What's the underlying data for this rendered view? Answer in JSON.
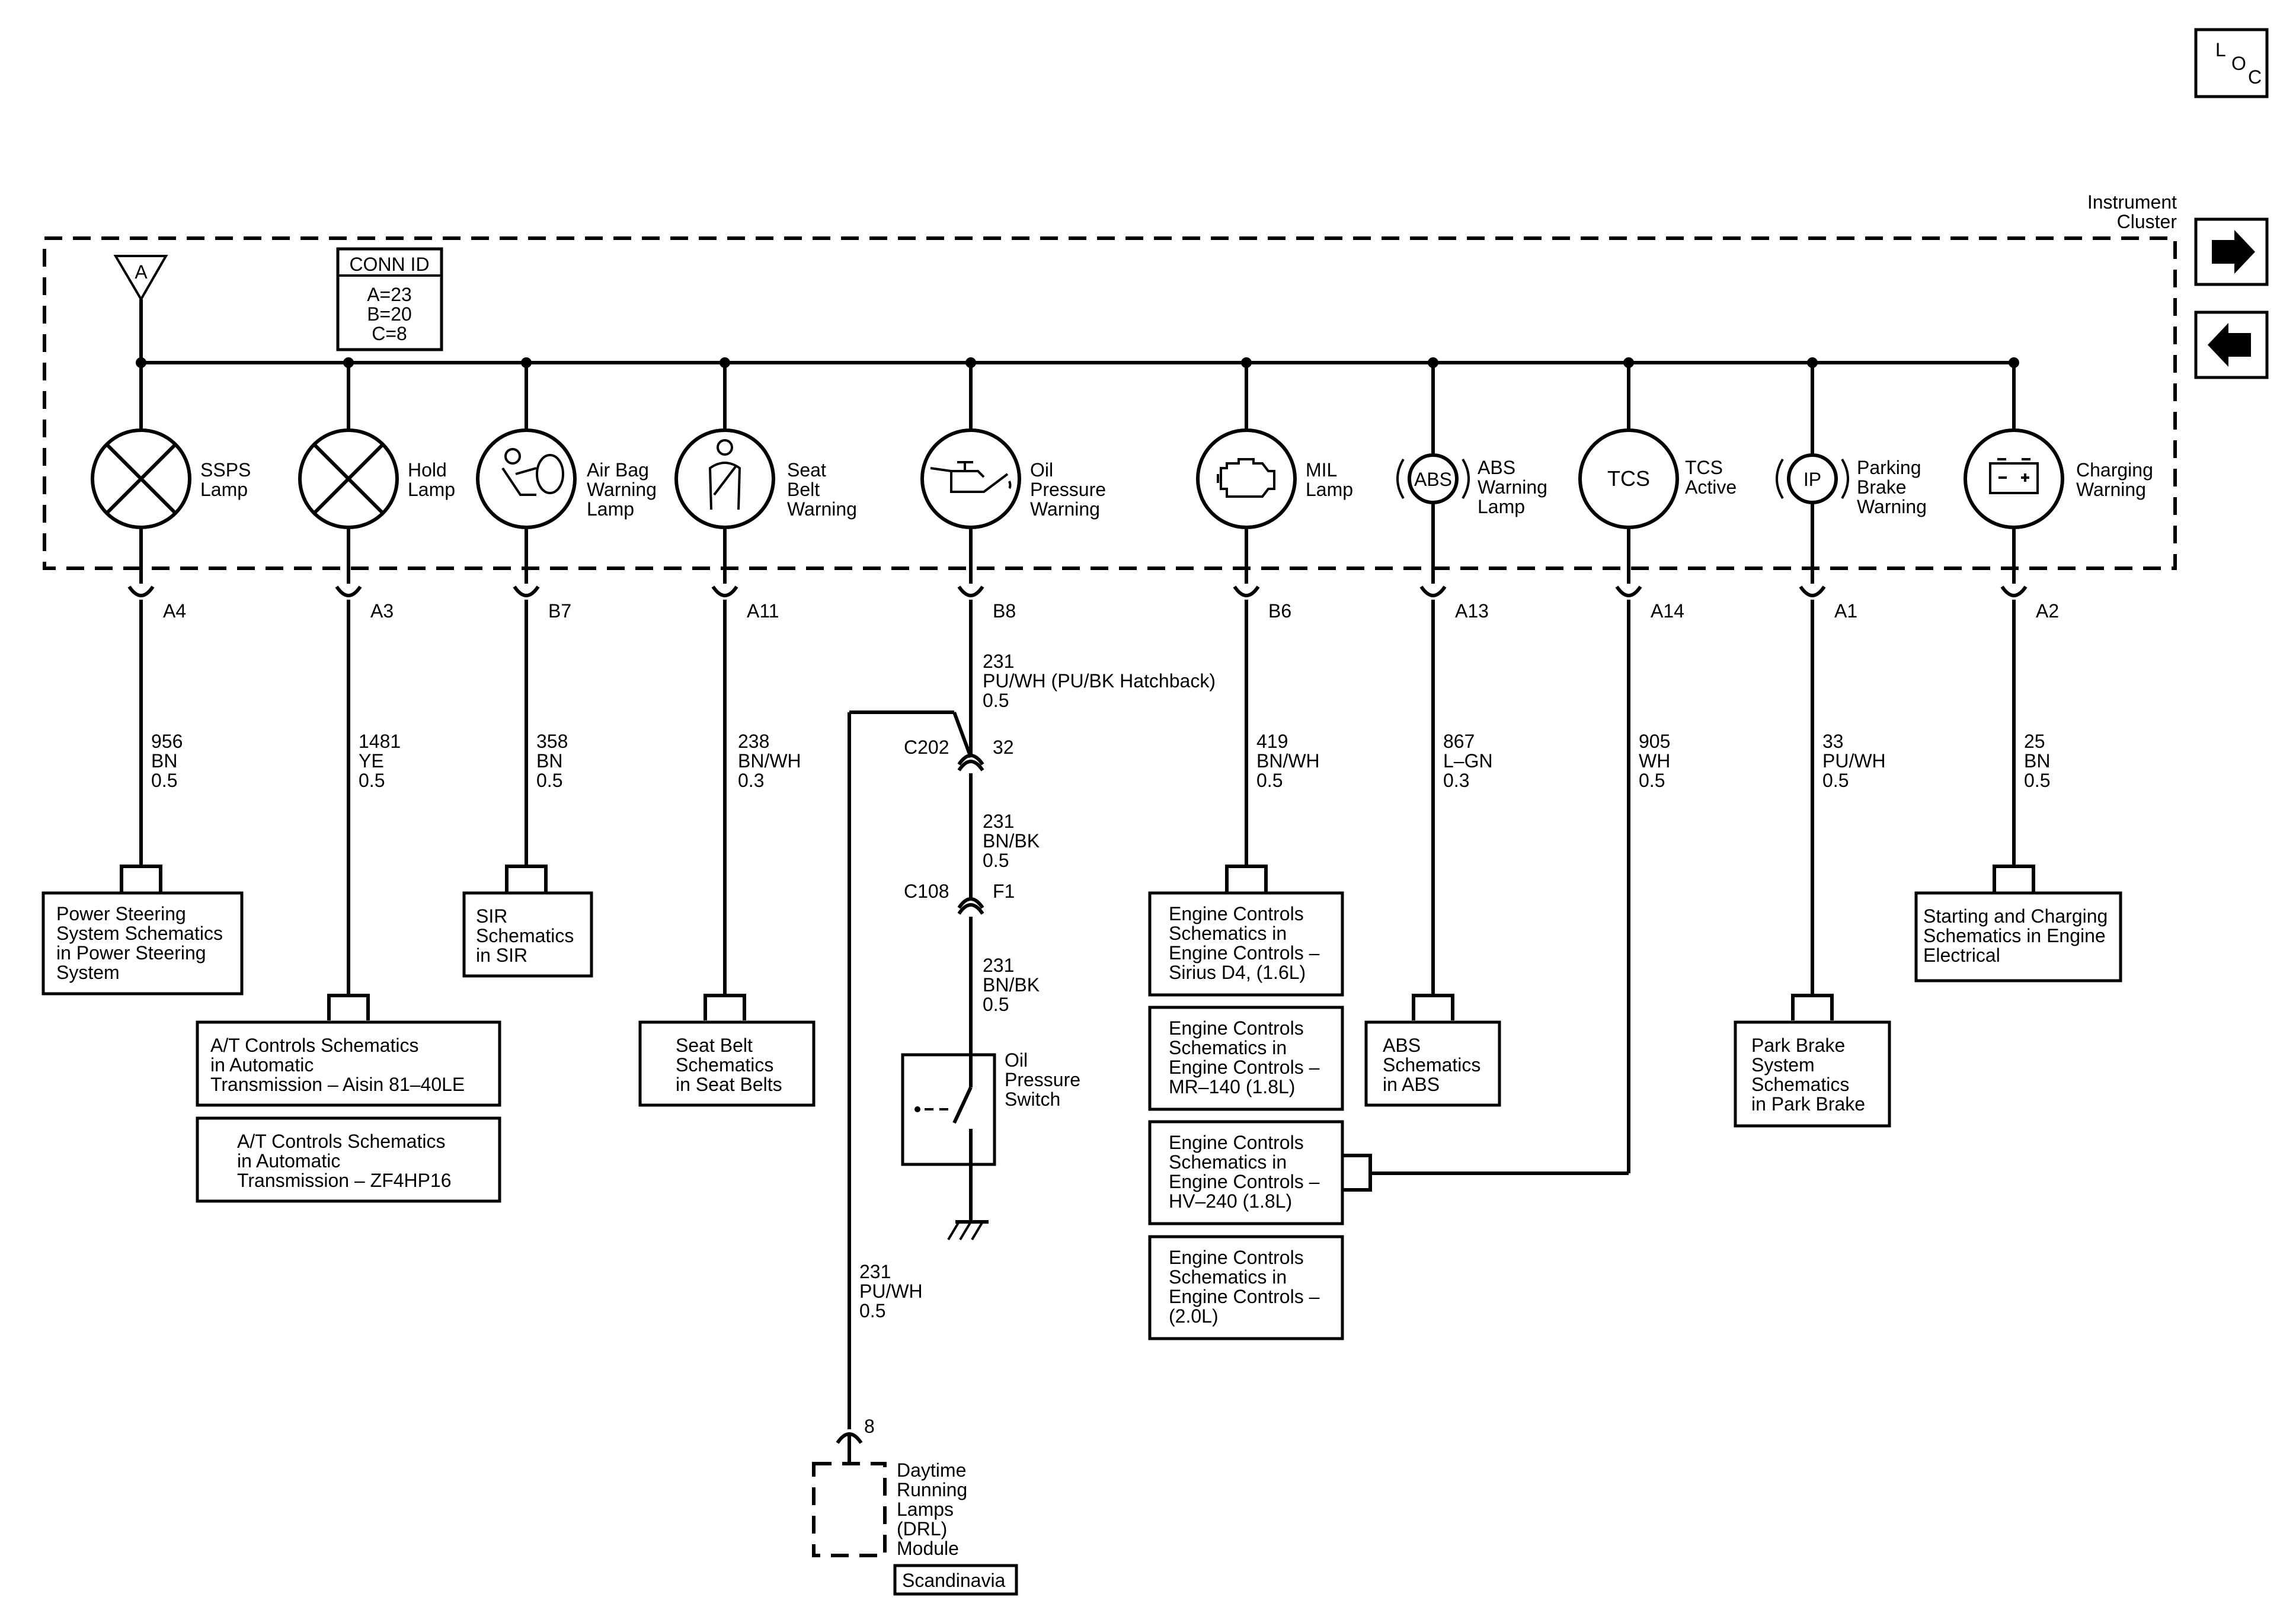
{
  "module": {
    "line1": "Instrument",
    "line2": "Cluster"
  },
  "loc_icon": {
    "l": "L",
    "o": "O",
    "c": "C"
  },
  "nav": {
    "next_icon": "arrow-right-icon",
    "prev_icon": "arrow-left-icon"
  },
  "battery_feed": {
    "label": "A"
  },
  "conn_id": {
    "title": "CONN ID",
    "lines": [
      "A=23",
      "B=20",
      "C=8"
    ]
  },
  "circuits": [
    {
      "id": "sspsl",
      "lamp_lines": [
        "SSPS",
        "Lamp"
      ],
      "pin": "A4",
      "wire": [
        "956",
        "BN",
        "0.5"
      ]
    },
    {
      "id": "hold",
      "lamp_lines": [
        "Hold",
        "Lamp"
      ],
      "pin": "A3",
      "wire": [
        "1481",
        "YE",
        "0.5"
      ]
    },
    {
      "id": "airbag",
      "lamp_lines": [
        "Air Bag",
        "Warning",
        "Lamp"
      ],
      "pin": "B7",
      "wire": [
        "358",
        "BN",
        "0.5"
      ]
    },
    {
      "id": "seatbelt",
      "lamp_lines": [
        "Seat",
        "Belt",
        "Warning"
      ],
      "pin": "A11",
      "wire": [
        "238",
        "BN/WH",
        "0.3"
      ]
    },
    {
      "id": "oil",
      "lamp_lines": [
        "Oil",
        "Pressure",
        "Warning"
      ],
      "pin": "B8",
      "wire": [
        "231",
        "PU/WH (PU/BK Hatchback)",
        "0.5"
      ]
    },
    {
      "id": "mil",
      "lamp_lines": [
        "MIL",
        "Lamp"
      ],
      "pin": "B6",
      "wire": [
        "419",
        "BN/WH",
        "0.5"
      ]
    },
    {
      "id": "abs",
      "lamp_lines": [
        "ABS",
        "Warning",
        "Lamp"
      ],
      "pin": "A13",
      "wire": [
        "867",
        "L–GN",
        "0.3"
      ],
      "symbol": "ABS"
    },
    {
      "id": "tcs",
      "lamp_lines": [
        "TCS",
        "Active"
      ],
      "pin": "A14",
      "wire": [
        "905",
        "WH",
        "0.5"
      ],
      "symbol": "TCS"
    },
    {
      "id": "park",
      "lamp_lines": [
        "Parking",
        "Brake",
        "Warning"
      ],
      "pin": "A1",
      "wire": [
        "33",
        "PU/WH",
        "0.5"
      ],
      "symbol": "IP"
    },
    {
      "id": "charging",
      "lamp_lines": [
        "Charging",
        "Warning"
      ],
      "pin": "A2",
      "wire": [
        "25",
        "BN",
        "0.5"
      ]
    }
  ],
  "references": {
    "power_steering": [
      "Power Steering",
      "System Schematics",
      "in Power Steering",
      "System"
    ],
    "at_aisin": [
      "A/T Controls Schematics",
      "in Automatic",
      "Transmission – Aisin 81–40LE"
    ],
    "at_zf": [
      "A/T Controls Schematics",
      "in Automatic",
      "Transmission – ZF4HP16"
    ],
    "sir": [
      "SIR",
      "Schematics",
      "in SIR"
    ],
    "seat_belts": [
      "Seat Belt",
      "Schematics",
      "in Seat Belts"
    ],
    "eng_sirius": [
      "Engine Controls",
      "Schematics in",
      "Engine Controls –",
      "Sirius D4, (1.6L)"
    ],
    "eng_mr140": [
      "Engine Controls",
      "Schematics in",
      "Engine Controls –",
      "MR–140 (1.8L)"
    ],
    "eng_hv240": [
      "Engine Controls",
      "Schematics in",
      "Engine Controls –",
      "HV–240 (1.8L)"
    ],
    "eng_20": [
      "Engine Controls",
      "Schematics in",
      "Engine Controls –",
      "(2.0L)"
    ],
    "abs": [
      "ABS",
      "Schematics",
      "in ABS"
    ],
    "park_brake": [
      "Park Brake",
      "System",
      "Schematics",
      "in Park Brake"
    ],
    "starting_charging": [
      "Starting and Charging",
      "Schematics in Engine",
      "Electrical"
    ]
  },
  "oil_circuit": {
    "c202": {
      "name": "C202",
      "pin": "32"
    },
    "wire2": [
      "231",
      "BN/BK",
      "0.5"
    ],
    "c108": {
      "name": "C108",
      "pin": "F1"
    },
    "wire3": [
      "231",
      "BN/BK",
      "0.5"
    ],
    "switch": [
      "Oil",
      "Pressure",
      "Switch"
    ],
    "drl_wire": [
      "231",
      "PU/WH",
      "0.5"
    ],
    "drl_pin": "8",
    "drl_module": [
      "Daytime",
      "Running",
      "Lamps",
      "(DRL)",
      "Module"
    ],
    "drl_option": "Scandinavia"
  }
}
